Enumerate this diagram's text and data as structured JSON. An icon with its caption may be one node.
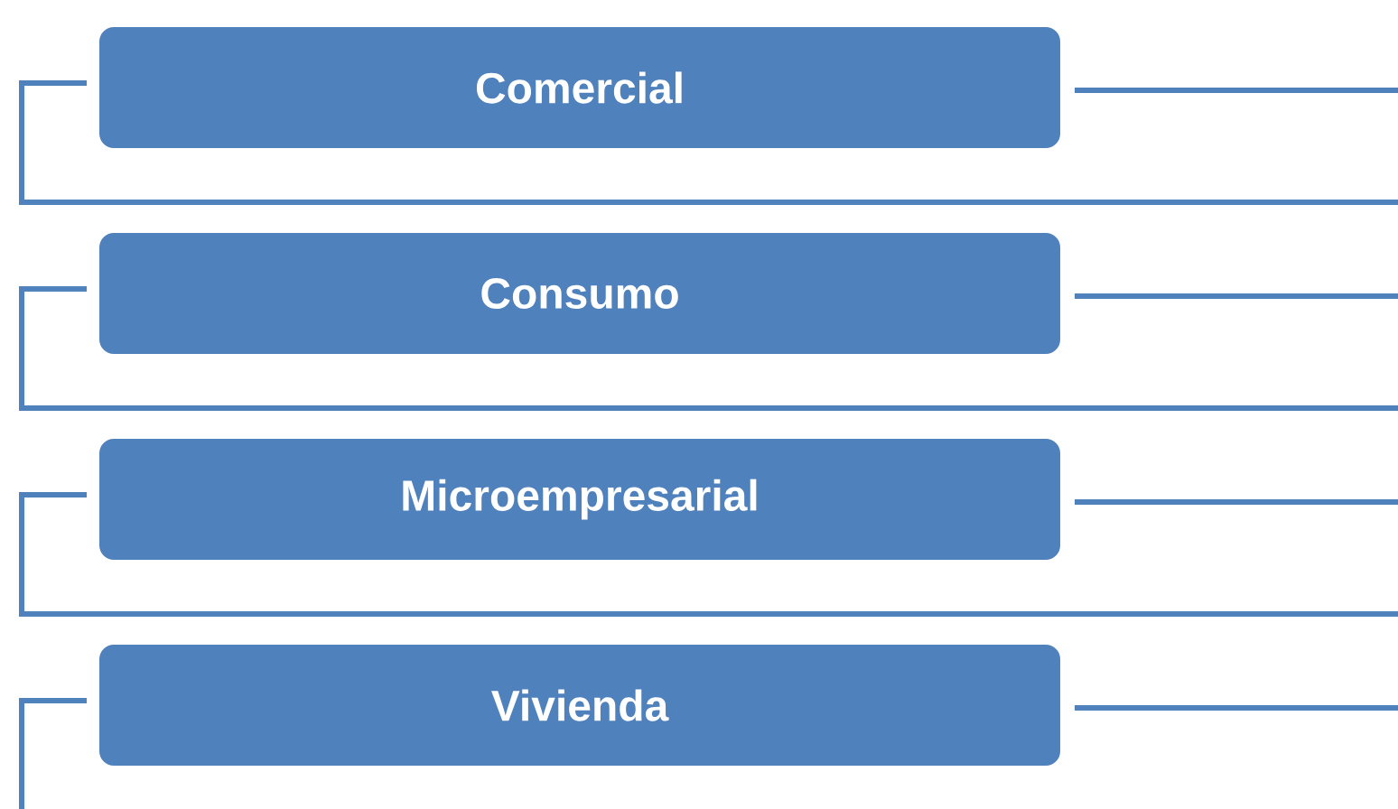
{
  "diagram": {
    "nodes": [
      {
        "text": [
          "Comercial"
        ]
      },
      {
        "text": [
          "Consumo"
        ]
      },
      {
        "text": [
          "Microempresarial"
        ]
      },
      {
        "text": [
          "Vivienda"
        ]
      }
    ]
  }
}
